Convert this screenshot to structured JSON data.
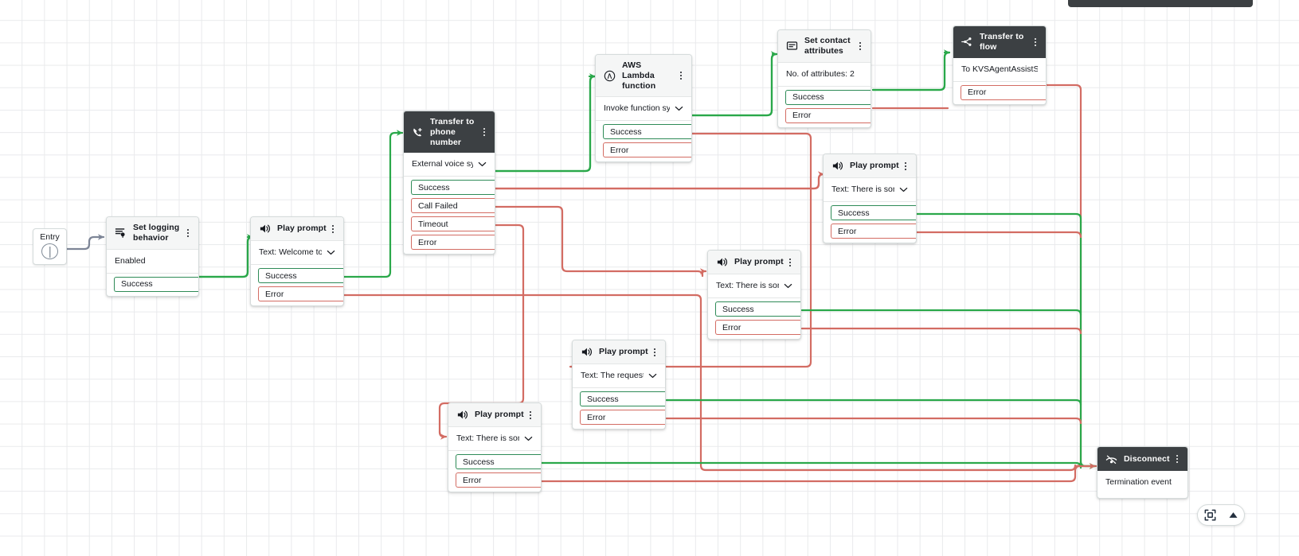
{
  "canvas": {
    "entry": {
      "label": "Entry",
      "icon": "entry-point-icon"
    },
    "top_bar_label": "",
    "zoom_controls": {
      "fit_label": "fit-to-screen-icon",
      "collapse_label": "chevron-up-icon"
    }
  },
  "nodes": [
    {
      "id": "set-logging-behavior",
      "title": "Set logging behavior",
      "icon": "set-logging-behavior-icon",
      "header_style": "light",
      "body": "Enabled",
      "has_chevron": false,
      "ports": [
        {
          "label": "Success",
          "type": "success"
        }
      ]
    },
    {
      "id": "play-prompt-welcome",
      "title": "Play prompt",
      "icon": "speaker-icon",
      "header_style": "light",
      "body": "Text: Welcome to Amazo...",
      "has_chevron": true,
      "ports": [
        {
          "label": "Success",
          "type": "success"
        },
        {
          "label": "Error",
          "type": "error"
        }
      ]
    },
    {
      "id": "transfer-to-phone-number",
      "title": "Transfer to phone number",
      "icon": "phone-transfer-icon",
      "header_style": "dark",
      "body": "External voice system: ko...",
      "has_chevron": true,
      "ports": [
        {
          "label": "Success",
          "type": "success"
        },
        {
          "label": "Call Failed",
          "type": "error"
        },
        {
          "label": "Timeout",
          "type": "error"
        },
        {
          "label": "Error",
          "type": "error"
        }
      ]
    },
    {
      "id": "aws-lambda-function",
      "title": "AWS Lambda function",
      "icon": "lambda-icon",
      "header_style": "light",
      "body": "Invoke function sync: kor...",
      "has_chevron": true,
      "ports": [
        {
          "label": "Success",
          "type": "success"
        },
        {
          "label": "Error",
          "type": "error"
        }
      ]
    },
    {
      "id": "set-contact-attributes",
      "title": "Set contact attributes",
      "icon": "contact-attributes-icon",
      "header_style": "light",
      "body": "No. of attributes: 2",
      "has_chevron": false,
      "ports": [
        {
          "label": "Success",
          "type": "success"
        },
        {
          "label": "Error",
          "type": "error"
        }
      ]
    },
    {
      "id": "transfer-to-flow",
      "title": "Transfer to flow",
      "icon": "transfer-to-flow-icon",
      "header_style": "dark",
      "body": "To KVSAgentAssistStaging",
      "has_chevron": false,
      "ports": [
        {
          "label": "Error",
          "type": "error"
        }
      ]
    },
    {
      "id": "play-prompt-error-top",
      "title": "Play prompt",
      "icon": "speaker-icon",
      "header_style": "light",
      "body": "Text: There is some error...",
      "has_chevron": true,
      "ports": [
        {
          "label": "Success",
          "type": "success"
        },
        {
          "label": "Error",
          "type": "error"
        }
      ]
    },
    {
      "id": "play-prompt-issue",
      "title": "Play prompt",
      "icon": "speaker-icon",
      "header_style": "light",
      "body": "Text: There is some issue...",
      "has_chevron": true,
      "ports": [
        {
          "label": "Success",
          "type": "success"
        },
        {
          "label": "Error",
          "type": "error"
        }
      ]
    },
    {
      "id": "play-prompt-request",
      "title": "Play prompt",
      "icon": "speaker-icon",
      "header_style": "light",
      "body": "Text: The request to exte...",
      "has_chevron": true,
      "ports": [
        {
          "label": "Success",
          "type": "success"
        },
        {
          "label": "Error",
          "type": "error"
        }
      ]
    },
    {
      "id": "play-prompt-error-bottom",
      "title": "Play prompt",
      "icon": "speaker-icon",
      "header_style": "light",
      "body": "Text: There is some error...",
      "has_chevron": true,
      "ports": [
        {
          "label": "Success",
          "type": "success"
        },
        {
          "label": "Error",
          "type": "error"
        }
      ]
    },
    {
      "id": "disconnect",
      "title": "Disconnect",
      "icon": "disconnect-icon",
      "header_style": "dark",
      "body": "Termination event",
      "has_chevron": false,
      "ports": []
    }
  ],
  "colors": {
    "success_wire": "#2aa84a",
    "error_wire": "#d36c63",
    "entry_wire": "#7d8596",
    "dark_header": "#3c4043",
    "light_header": "#f5f6f6",
    "grid_line": "#e9eaec"
  }
}
